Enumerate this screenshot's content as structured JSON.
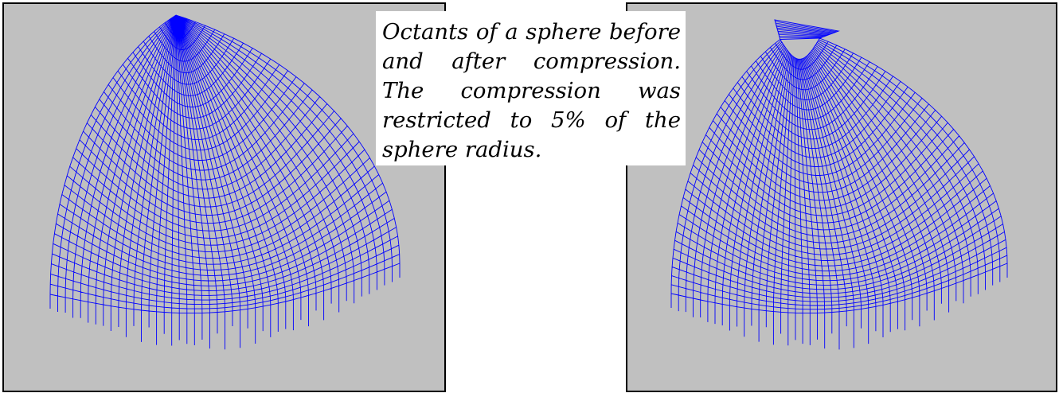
{
  "caption": {
    "text": "Octants of a sphere before and after compression. The compression was restricted to 5% of the sphere radius."
  },
  "panels": [
    {
      "id": "left",
      "state": "before-compression",
      "compression_fraction": 0
    },
    {
      "id": "right",
      "state": "after-compression",
      "compression_fraction": 0.05
    }
  ],
  "style": {
    "panel_background": "#c0c0c0",
    "mesh_color": "#0000ff",
    "caption_background": "#ffffff"
  }
}
